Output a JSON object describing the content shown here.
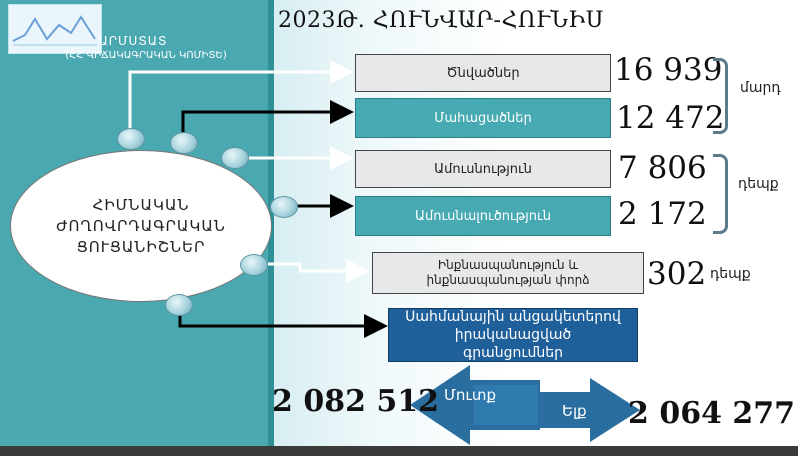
{
  "logo": {
    "name": "ԱՐՄՍՏԱՏ",
    "subtitle": "(ՀՀ ՎԻՃԱԿԱԳՐԱԿԱՆ ԿՈՄԻՏԵ)"
  },
  "title": "2023Թ. ՀՈՒՆՎԱՐ-ՀՈՒՆԻՍ",
  "center": {
    "lines": [
      "ՀԻՄՆԱԿԱՆ",
      "ԺՈՂՈՎՐԴԱԳՐԱԿԱՆ",
      "ՑՈՒՑԱՆԻՇՆԵՐ"
    ]
  },
  "rows": [
    {
      "label": "Ծնվածներ",
      "value": "16 939"
    },
    {
      "label": "Մահացածներ",
      "value": "12 472"
    },
    {
      "label": "Ամուսնություն",
      "value": "7 806"
    },
    {
      "label": "Ամուսնալուծություն",
      "value": "2 172"
    },
    {
      "label": "Ինքնասպանություն և ինքնասպանության փորձ",
      "value": "302"
    }
  ],
  "units": {
    "people": "մարդ",
    "cases1": "դեպք",
    "cases2": "դեպք"
  },
  "border_label": "Սահմանային անցակետերով իրականացված գրանցումներ",
  "entry": {
    "label": "Մուտք",
    "value": "2 082 512"
  },
  "exit": {
    "label": "Ելք",
    "value": "2 064 277"
  },
  "colors": {
    "teal": "#47a9b2",
    "panel": "#4aa9b0",
    "blue": "#1f5f9a",
    "arrow": "#2a6d9f"
  }
}
